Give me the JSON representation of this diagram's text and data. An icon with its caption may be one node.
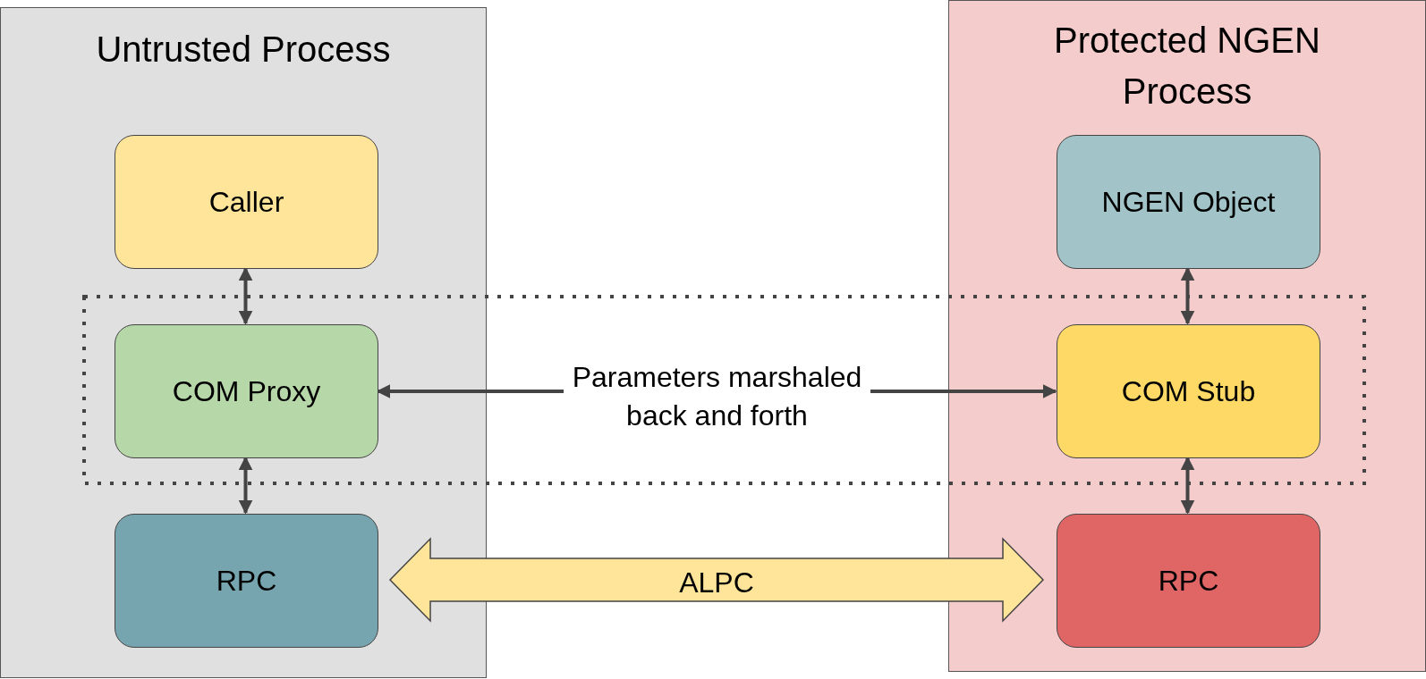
{
  "diagram": {
    "nodes": [
      {
        "text": [
          "Untrusted Process"
        ]
      },
      {
        "text": [
          "Protected NGEN Process"
        ]
      },
      {
        "text": [
          "Caller"
        ],
        "in": 0
      },
      {
        "text": [
          "COM Proxy"
        ],
        "in": 0
      },
      {
        "text": [
          "RPC"
        ],
        "in": 0
      },
      {
        "text": [
          "NGEN Object"
        ],
        "in": 1
      },
      {
        "text": [
          "COM Stub"
        ],
        "in": 1
      },
      {
        "text": [
          "RPC"
        ],
        "in": 1
      },
      {
        "text": [
          "Parameters marshaled back and forth"
        ]
      }
    ],
    "edges": [
      {
        "from": 2,
        "to": 3,
        "arrow": "both"
      },
      {
        "from": 3,
        "to": 4,
        "arrow": "both"
      },
      {
        "from": 5,
        "to": 6,
        "arrow": "both"
      },
      {
        "from": 6,
        "to": 7,
        "arrow": "both"
      },
      {
        "from": 8,
        "to": 3,
        "arrow": "to"
      },
      {
        "from": 8,
        "to": 6,
        "arrow": "to"
      },
      {
        "from": 4,
        "to": 7,
        "arrow": "both",
        "label": "ALPC",
        "style": "thick",
        "color": "#ffe599"
      }
    ]
  }
}
